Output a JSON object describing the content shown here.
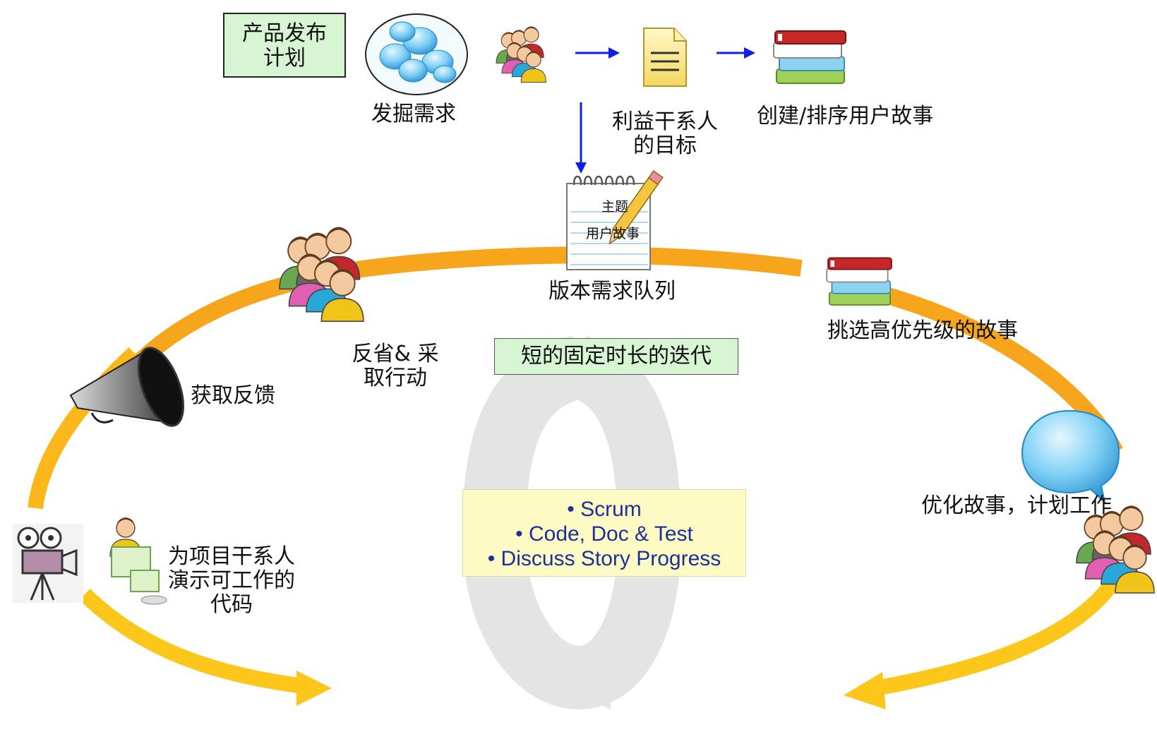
{
  "top_flow": {
    "release_plan": "产品发布\n计划",
    "discover_requirements": "发掘需求",
    "stakeholder_goals": "利益干系人\n的目标",
    "create_rank_stories": "创建/排序用户故事"
  },
  "backlog": {
    "notepad_theme": "主题",
    "notepad_user_story": "用户故事",
    "label": "版本需求队列"
  },
  "cycle": {
    "select_priority_stories": "挑选高优先级的故事",
    "iteration_label": "短的固定时长的迭代",
    "refine_plan": "优化故事，计划工作",
    "demo_working_code": "为项目干系人\n演示可工作的\n代码",
    "get_feedback": "获取反馈",
    "reflect_act": "反省& 采\n取行动"
  },
  "daily_work": {
    "items": [
      "• Scrum",
      "• Code, Doc & Test",
      "• Discuss Story Progress"
    ]
  },
  "colors": {
    "arrow_orange": "#f7a51c",
    "arrow_yellow": "#fcc61a",
    "blue_arrow": "#1020e0",
    "box_green": "#d7f5d2",
    "sticky_yellow": "#fdfbc3",
    "sticky_text": "#1c2f9a",
    "inner_cycle_gray": "#e2e2e2"
  },
  "icons": [
    "speech-bubbles-icon",
    "people-group-icon",
    "document-icon",
    "books-icon",
    "notepad-pencil-icon",
    "megaphone-icon",
    "movie-camera-icon",
    "presenter-icon",
    "speech-bubble-icon"
  ]
}
